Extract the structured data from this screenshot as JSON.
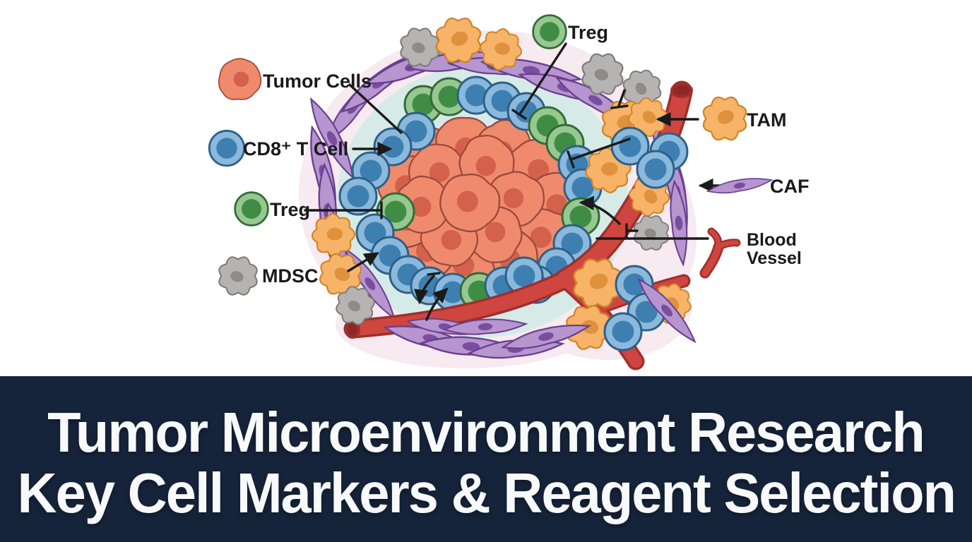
{
  "banner": {
    "title_line1": "Tumor Microenvironment Research",
    "title_line2": "Key Cell Markers & Reagent Selection",
    "background": "#16243B",
    "text_color": "#F7F9FA"
  },
  "diagram": {
    "labels": {
      "tumor_cells": "Tumor Cells",
      "cd8_t_cell": "CD8⁺ T Cell",
      "treg_left": "Treg",
      "mdsc": "MDSC",
      "treg_top": "Treg",
      "tam": "TAM",
      "caf": "CAF",
      "blood_vessel_line1": "Blood",
      "blood_vessel_line2": "Vessel"
    },
    "icons": {
      "tumor_cells": "tumor-cell-icon",
      "cd8_t_cell": "cd8-t-cell-icon",
      "treg": "treg-cell-icon",
      "mdsc": "mdsc-cell-icon",
      "tam": "tam-cell-icon",
      "caf": "caf-spindle-icon",
      "blood_vessel": "blood-vessel-icon"
    },
    "colors": {
      "tumor_cell": "#EF8A6D",
      "tumor_cell_light": "#F29A80",
      "tumor_nucleus": "#D4614B",
      "tumor_outline": "#9C4A3C",
      "cd8_cell": "#8AB9DC",
      "cd8_nucleus": "#3E7FB2",
      "cd8_outline": "#2E5F88",
      "treg_cell": "#96C890",
      "treg_nucleus": "#3F8D44",
      "treg_outline": "#336B36",
      "tam_cell": "#F7B368",
      "tam_nucleus": "#E0913B",
      "tam_outline": "#CE8528",
      "mdsc_cell": "#B5B4B2",
      "mdsc_nucleus": "#8D8C8A",
      "mdsc_outline": "#7E7D7B",
      "caf_cell": "#B795CF",
      "caf_nucleus": "#7A4E9E",
      "caf_outline": "#6A3F8F",
      "vessel": "#CF4540",
      "vessel_outline": "#9E2F2B",
      "tme_inner": "#D6EBE7",
      "tme_halo": "#F7EAF1",
      "annotation": "#1A1A1A",
      "banner_bg": "#16243B",
      "banner_text": "#F7F9FA"
    }
  }
}
